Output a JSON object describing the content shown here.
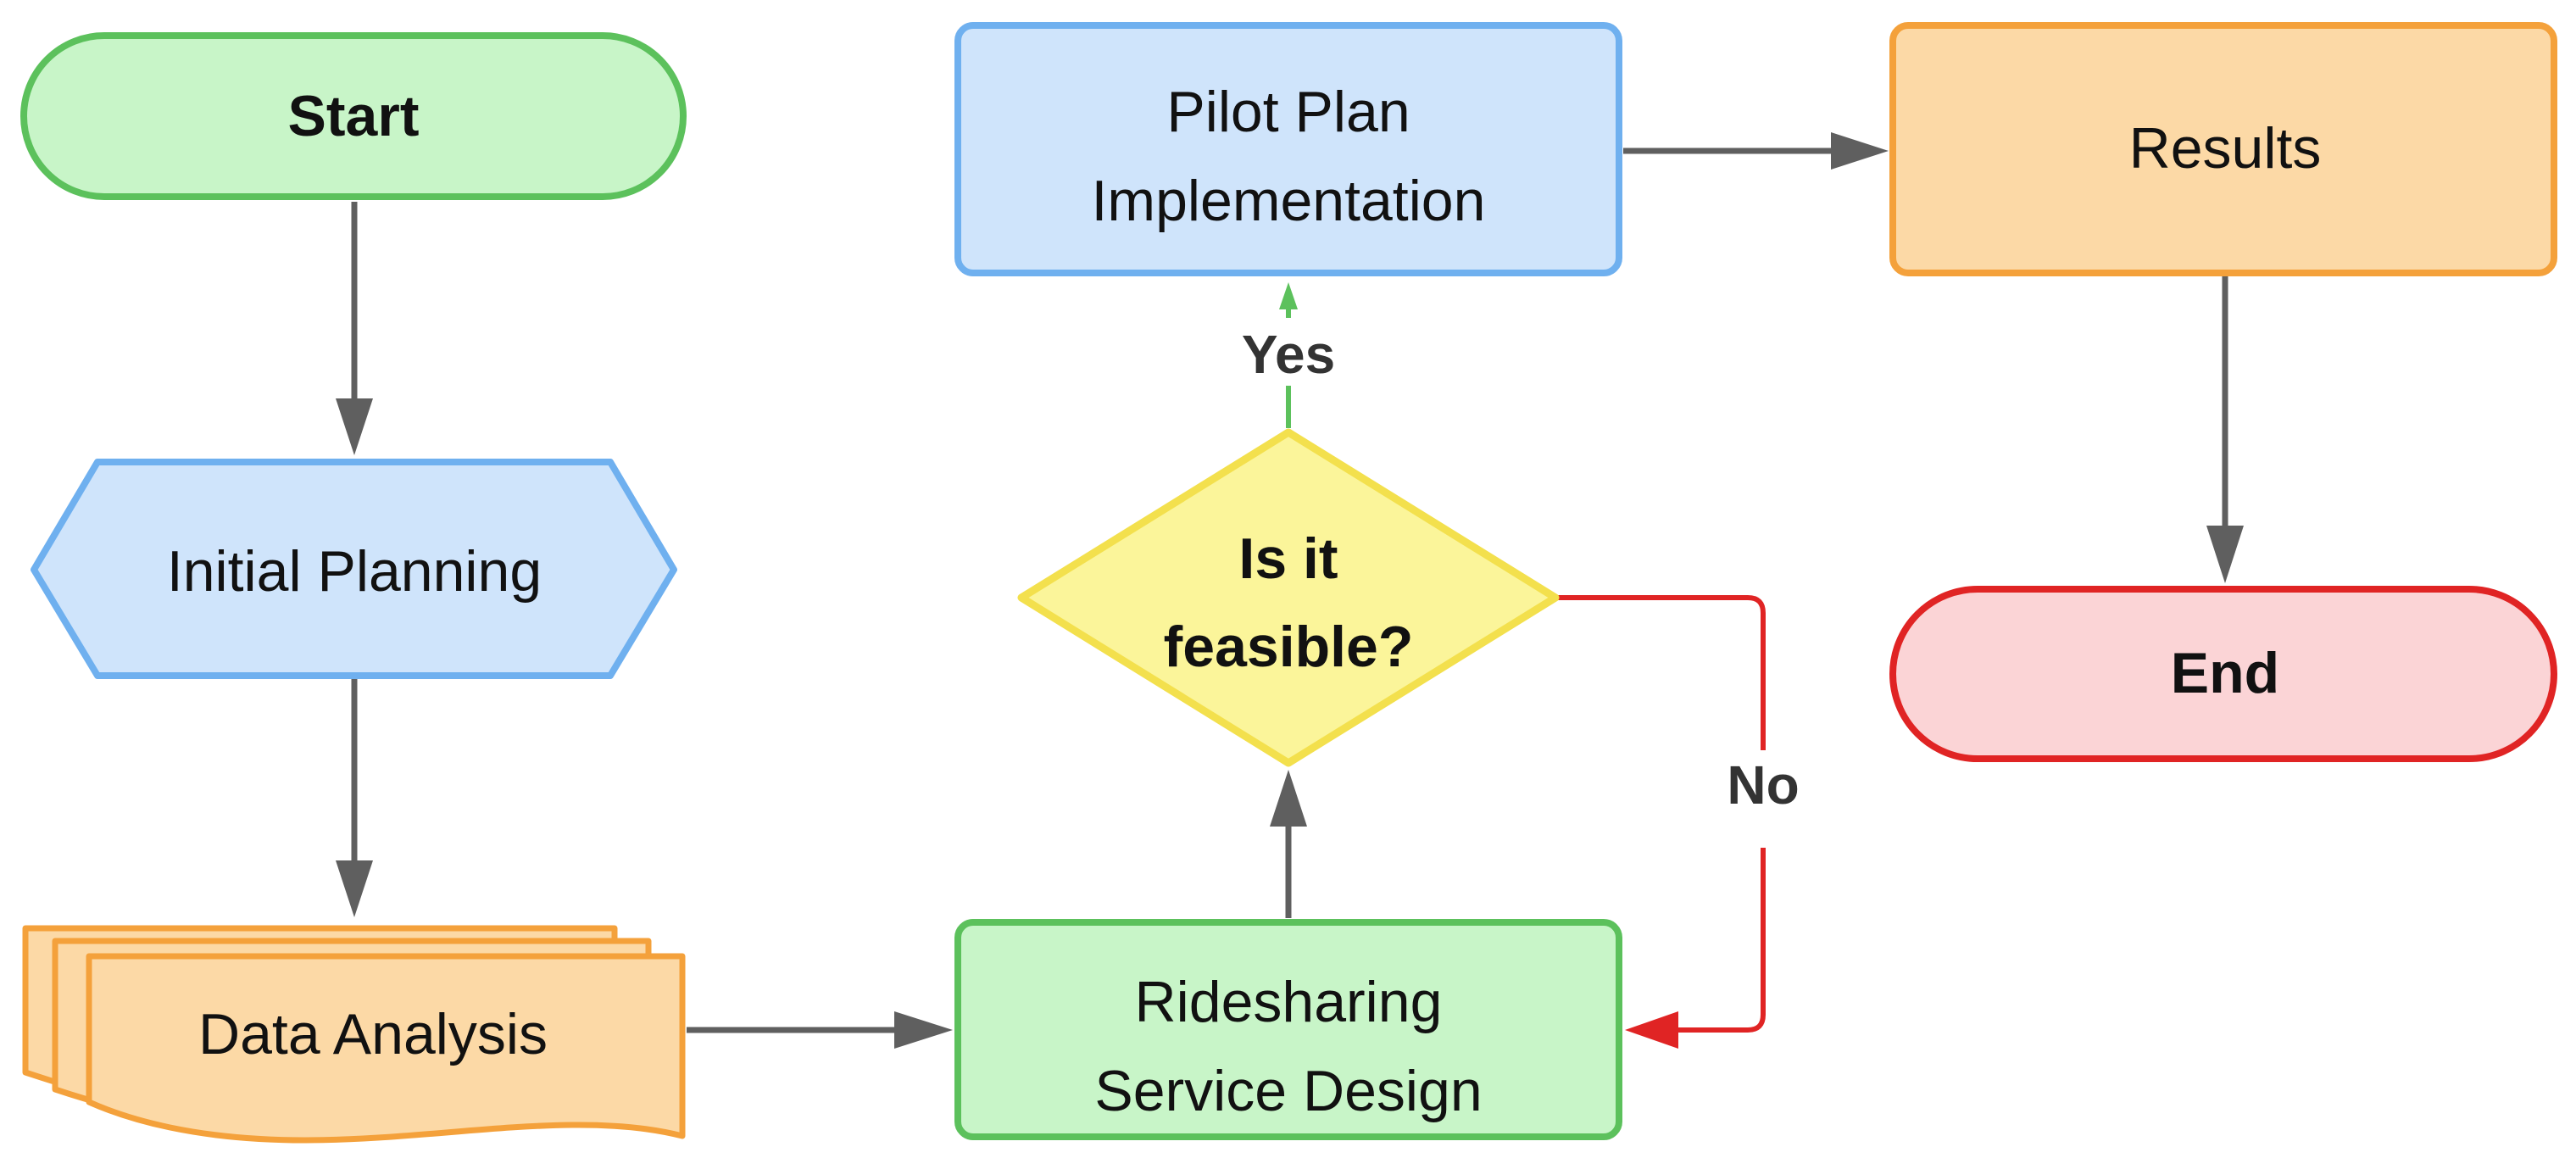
{
  "nodes": {
    "start": {
      "label": "Start"
    },
    "initial_planning": {
      "label": "Initial Planning"
    },
    "data_analysis": {
      "label": "Data Analysis"
    },
    "service_design": {
      "line1": "Ridesharing",
      "line2": "Service Design"
    },
    "decision": {
      "line1": "Is it",
      "line2": "feasible?"
    },
    "pilot": {
      "line1": "Pilot Plan",
      "line2": "Implementation"
    },
    "results": {
      "label": "Results"
    },
    "end": {
      "label": "End"
    }
  },
  "edges": {
    "yes_label": "Yes",
    "no_label": "No"
  },
  "colors": {
    "green_fill": "#c8f5c8",
    "green_stroke": "#5cc15c",
    "blue_fill": "#cfe4fb",
    "blue_stroke": "#6fb0ef",
    "orange_fill": "#fcd9a6",
    "orange_stroke": "#f4a13b",
    "yellow_fill": "#fbf59a",
    "yellow_stroke": "#f3e04d",
    "red_fill": "#fbd4d6",
    "red_stroke": "#e02424",
    "arrow_gray": "#5f5f5f"
  }
}
